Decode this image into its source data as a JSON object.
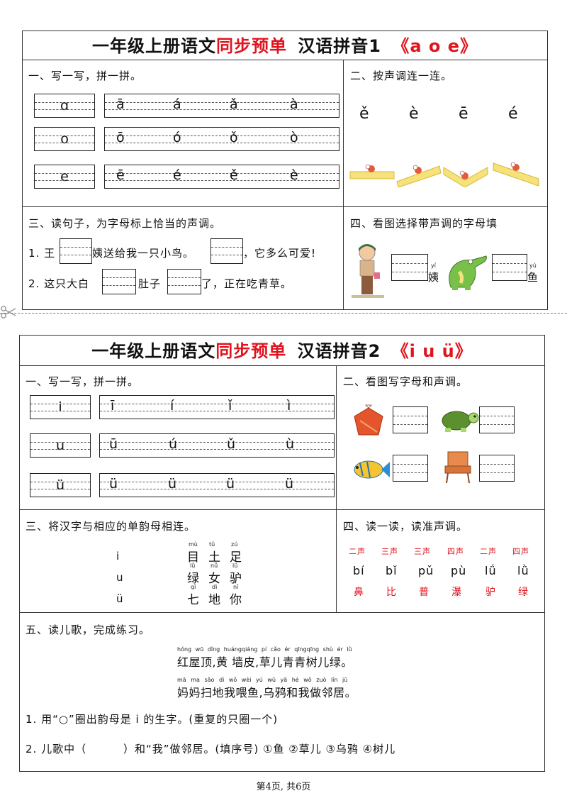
{
  "card1": {
    "title_a": "一年级上册语文",
    "title_b": "同步预单",
    "title_c": "汉语拼音1",
    "title_d": "《a o e》",
    "sec1": "一、写一写，拼一拼。",
    "rows": [
      [
        "ɑ",
        "ā",
        "á",
        "ǎ",
        "à"
      ],
      [
        "o",
        "ō",
        "ó",
        "ǒ",
        "ò"
      ],
      [
        "e",
        "ē",
        "é",
        "ě",
        "è"
      ]
    ],
    "sec2": "二、按声调连一连。",
    "tones": [
      "ě",
      "è",
      "ē",
      "é"
    ],
    "sec3": "三、读句子，为字母标上恰当的声调。",
    "s1_a": "1. 王",
    "s1_b": "姨送给我一只小鸟。",
    "s1_c": "，它多么可爱!",
    "s2_a": "2. 这只大白",
    "s2_b": "肚子",
    "s2_c": "了，正在吃青草。",
    "sec4": "四、看图选择带声调的字母填",
    "p1_py": "yí",
    "p1_char": "姨",
    "p2_py": "yú",
    "p2_char": "鱼"
  },
  "card2": {
    "title_a": "一年级上册语文",
    "title_b": "同步预单",
    "title_c": "汉语拼音2",
    "title_d": "《i u ü》",
    "sec1": "一、写一写，拼一拼。",
    "rows": [
      [
        "i",
        "ī",
        "í",
        "ǐ",
        "ì"
      ],
      [
        "u",
        "ū",
        "ú",
        "ǔ",
        "ù"
      ],
      [
        "ü",
        "ü",
        "ü",
        "ü",
        "ü"
      ]
    ],
    "sec2": "二、看图写字母和声调。",
    "sec3": "三、将汉字与相应的单韵母相连。",
    "vowels": [
      "i",
      "u",
      "ü"
    ],
    "hanzi_rows": [
      {
        "py": [
          "mù",
          "tǔ",
          "zú"
        ],
        "chars": [
          "目",
          "土",
          "足"
        ]
      },
      {
        "py": [
          "lǜ",
          "nǚ",
          "lǘ"
        ],
        "chars": [
          "绿",
          "女",
          "驴"
        ]
      },
      {
        "py": [
          "qī",
          "dì",
          "nǐ"
        ],
        "chars": [
          "七",
          "地",
          "你"
        ]
      }
    ],
    "sec4": "四、读一读，读准声调。",
    "tone_labels": [
      "二声",
      "三声",
      "三声",
      "四声",
      "二声",
      "四声"
    ],
    "syllables": [
      "bí",
      "bǐ",
      "pǔ",
      "pù",
      "lǘ",
      "lǜ"
    ],
    "syl_chars": [
      "鼻",
      "比",
      "普",
      "瀑",
      "驴",
      "绿"
    ],
    "sec5": "五、读儿歌，完成练习。",
    "poem1_py": "hóng wū dǐng  huángqiáng pí   cǎo ér qīngqīng shù ér  lǜ",
    "poem1": "红屋顶,黄 墙皮,草儿青青树儿绿。",
    "poem2_py": "mā ma sǎo dì  wǒ wèi yú   wū yā  hé  wǒ zuò lín jū",
    "poem2": "妈妈扫地我喂鱼,乌鸦和我做邻居。",
    "q1": "1. 用“○”圈出韵母是 i 的生字。(重复的只圈一个)",
    "q2_a": "2. 儿歌中（",
    "q2_b": "）和“我”做邻居。(填序号) ①鱼 ②草儿 ③乌鸦 ④树儿"
  },
  "footer": "第4页, 共6页"
}
